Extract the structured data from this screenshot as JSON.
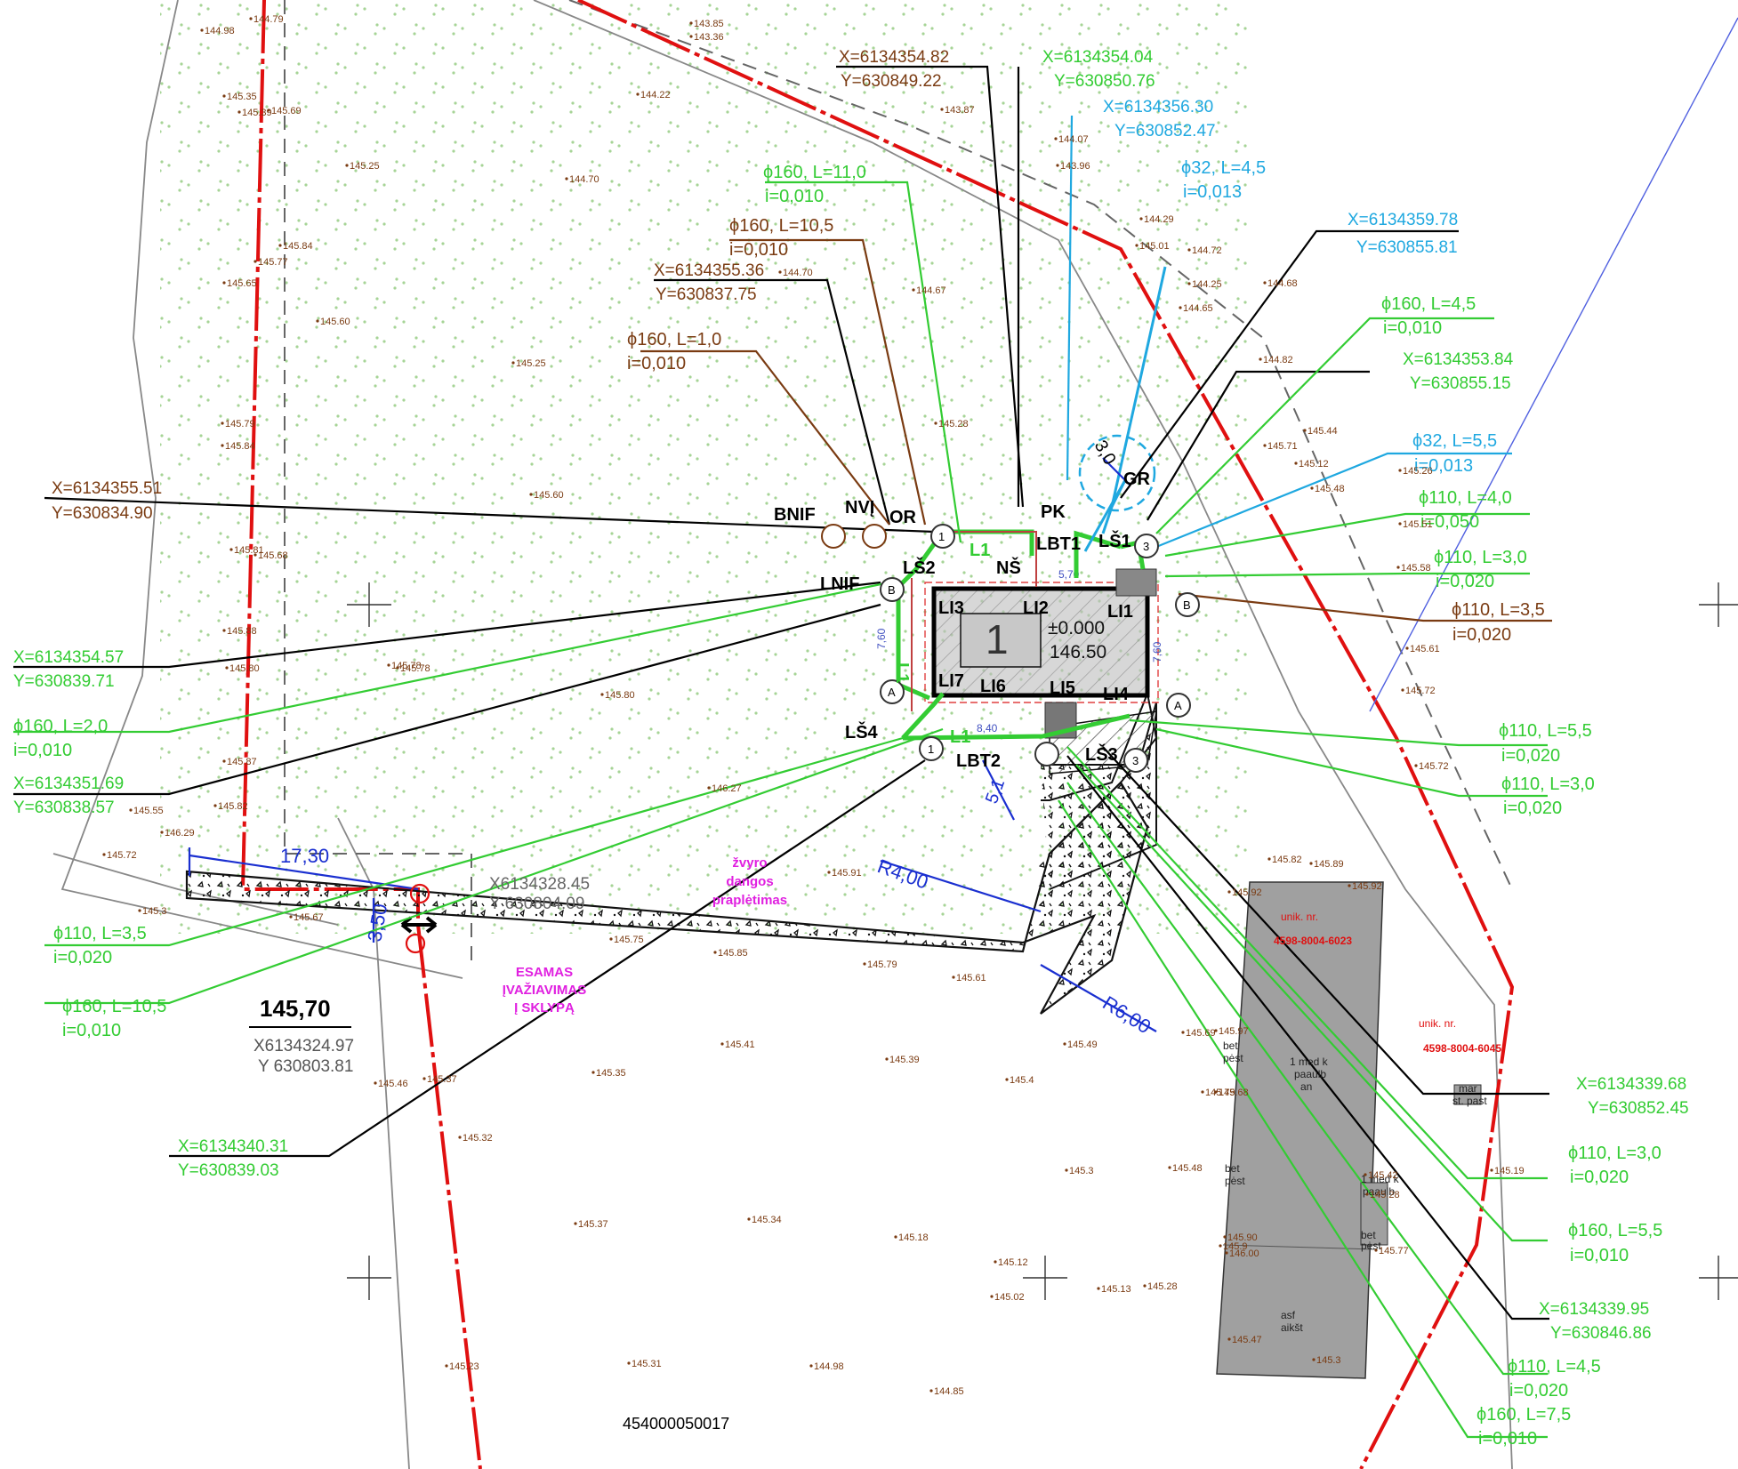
{
  "colors": {
    "green": "#33cc33",
    "brown": "#7a3b12",
    "cyan": "#1fa8e0",
    "red": "#e01010",
    "blue": "#1a2fd0",
    "magenta": "#e020e0",
    "black": "#000000",
    "gray": "#555555"
  },
  "coords": {
    "c1": {
      "x": "X=6134354.82",
      "y": "Y=630849.22"
    },
    "c2": {
      "x": "X=6134354.04",
      "y": "Y=630850.76"
    },
    "c3": {
      "x": "X=6134356.30",
      "y": "Y=630852.47"
    },
    "c4": {
      "x": "X=6134359.78",
      "y": "Y=630855.81"
    },
    "c5": {
      "x": "X=6134355.36",
      "y": "Y=630837.75"
    },
    "c6": {
      "x": "X=6134353.84",
      "y": "Y=630855.15"
    },
    "c7": {
      "x": "X=6134355.51",
      "y": "Y=630834.90"
    },
    "c8": {
      "x": "X=6134354.57",
      "y": "Y=630839.71"
    },
    "c9": {
      "x": "X=6134351.69",
      "y": "Y=630838.57"
    },
    "c10": {
      "x": "X=6134340.31",
      "y": "Y=630839.03"
    },
    "c11": {
      "x": "X=6134339.68",
      "y": "Y=630852.45"
    },
    "c12": {
      "x": "X=6134339.95",
      "y": "Y=630846.86"
    },
    "c13": {
      "x": "X6134328.45",
      "y": "Y 630804.09"
    },
    "c14": {
      "x": "X6134324.97",
      "y": "Y 630803.81"
    }
  },
  "pipes": {
    "p1": {
      "d": "ϕ160, L=11,0",
      "i": "i=0,010"
    },
    "p2": {
      "d": "ϕ160, L=10,5",
      "i": "i=0,010"
    },
    "p3": {
      "d": "ϕ160, L=1,0",
      "i": "i=0,010"
    },
    "p4": {
      "d": "ϕ32, L=4,5",
      "i": "i=0,013"
    },
    "p5": {
      "d": "ϕ160, L=4,5",
      "i": "i=0,010"
    },
    "p6": {
      "d": "ϕ32, L=5,5",
      "i": "i=0,013"
    },
    "p7": {
      "d": "ϕ110, L=4,0",
      "i": "i=0,050"
    },
    "p8": {
      "d": "ϕ110, L=3,0",
      "i": "i=0,020"
    },
    "p9": {
      "d": "ϕ110, L=3,5",
      "i": "i=0,020"
    },
    "p10": {
      "d": "ϕ160, L=2,0",
      "i": "i=0,010"
    },
    "p11": {
      "d": "ϕ110, L=5,5",
      "i": "i=0,020"
    },
    "p12": {
      "d": "ϕ110, L=3,0",
      "i": "i=0,020"
    },
    "p13": {
      "d": "ϕ110, L=3,5",
      "i": "i=0,020"
    },
    "p14": {
      "d": "ϕ160, L=10,5",
      "i": "i=0,010"
    },
    "p15": {
      "d": "ϕ110, L=3,0",
      "i": "i=0,020"
    },
    "p16": {
      "d": "ϕ160, L=5,5",
      "i": "i=0,010"
    },
    "p17": {
      "d": "ϕ110, L=4,5",
      "i": "i=0,020"
    },
    "p18": {
      "d": "ϕ160, L=7,5",
      "i": "i=0,010"
    }
  },
  "nodes": {
    "bnif": "BNIF",
    "nvi": "NVĮ",
    "or": "OR",
    "pk": "PK",
    "gr": "GR",
    "lbt1": "LBT1",
    "ls1": "LŠ1",
    "ls2": "LŠ2",
    "ns": "NŠ",
    "l1a": "L1",
    "lnif": "LNIF",
    "li3": "LI3",
    "li2": "LI2",
    "li1": "LI1",
    "li7": "LI7",
    "li6": "LI6",
    "li5": "LI5",
    "li4": "LI4",
    "ls4": "LŠ4",
    "lbt2": "LBT2",
    "ls3": "LŠ3",
    "l1b": "L1",
    "l1c": "L1"
  },
  "building": {
    "number": "1",
    "zero": "±0.000",
    "elev": "146.50",
    "d1": "5,70",
    "d2": "7,60",
    "d3": "7,60",
    "d4": "8,40"
  },
  "dims": {
    "w1730": "17,30",
    "w350": "3,50",
    "r400": "R4,00",
    "r600": "R6,00",
    "gr30": "3,0",
    "d51": "5,1"
  },
  "notes": {
    "gravel1": "žvyro",
    "gravel2": "dangos",
    "gravel3": "praplėtimas",
    "exist1": "ESAMAS",
    "exist2": "ĮVAŽIAVIMAS",
    "exist3": "Į SKLYPĄ"
  },
  "level_box": "145,70",
  "unik1": {
    "l1": "unik. nr.",
    "l2": "4598-8004-6023"
  },
  "unik2": {
    "l1": "unik. nr.",
    "l2": "4598-8004-6045"
  },
  "parcel": "454000050017",
  "gray_labels": {
    "a": "1 med k",
    "b": "paaulb",
    "c": "an",
    "d": "bet",
    "e": "pėst",
    "f": "bet",
    "g": "pėst",
    "h": "asf",
    "i": "aikšt",
    "j": "mar",
    "k": "st. past",
    "l": "1 med k",
    "m": "paaulb",
    "n": "bet",
    "o": "pėst"
  },
  "axis_letters": {
    "A1": "A",
    "A2": "A",
    "B1": "B",
    "B2": "B",
    "n1": "1",
    "n3": "3",
    "n1b": "1",
    "n3b": "3"
  },
  "elevations": [
    "144.98",
    "144.79",
    "145.35",
    "145.39",
    "145.69",
    "145.25",
    "144.70",
    "144.22",
    "143.85",
    "143.36",
    "143.87",
    "145.84",
    "145.77",
    "145.65",
    "145.60",
    "145.25",
    "144.70",
    "144.67",
    "145.79",
    "145.84",
    "145.81",
    "145.68",
    "145.88",
    "145.80",
    "145.78",
    "145.80",
    "145.87",
    "145.82",
    "145.55",
    "146.29",
    "145.72",
    "145.3",
    "145.67",
    "145.75",
    "145.85",
    "145.79",
    "145.61",
    "145.46",
    "145.37",
    "145.32",
    "145.23",
    "145.41",
    "145.35",
    "145.39",
    "145.4",
    "145.49",
    "145.69",
    "145.3",
    "145.48",
    "145.28",
    "145.34",
    "145.37",
    "145.31",
    "144.98",
    "144.85",
    "145.18",
    "145.12",
    "145.02",
    "145.13",
    "145.9",
    "145.90",
    "145.47",
    "145.3",
    "146.00",
    "145.42",
    "145.28",
    "145.77",
    "145.19",
    "145.72",
    "145.61",
    "145.58",
    "145.51",
    "145.48",
    "145.26",
    "145.44",
    "145.71",
    "145.12",
    "144.82",
    "144.68",
    "144.72",
    "144.25",
    "145.01",
    "144.65",
    "144.07",
    "143.96",
    "144.29",
    "145.28",
    "145.60",
    "145.78",
    "146.27",
    "145.91",
    "145.92",
    "145.89",
    "145.82",
    "145.92",
    "145.72",
    "145.97",
    "145.68",
    "145.79"
  ]
}
